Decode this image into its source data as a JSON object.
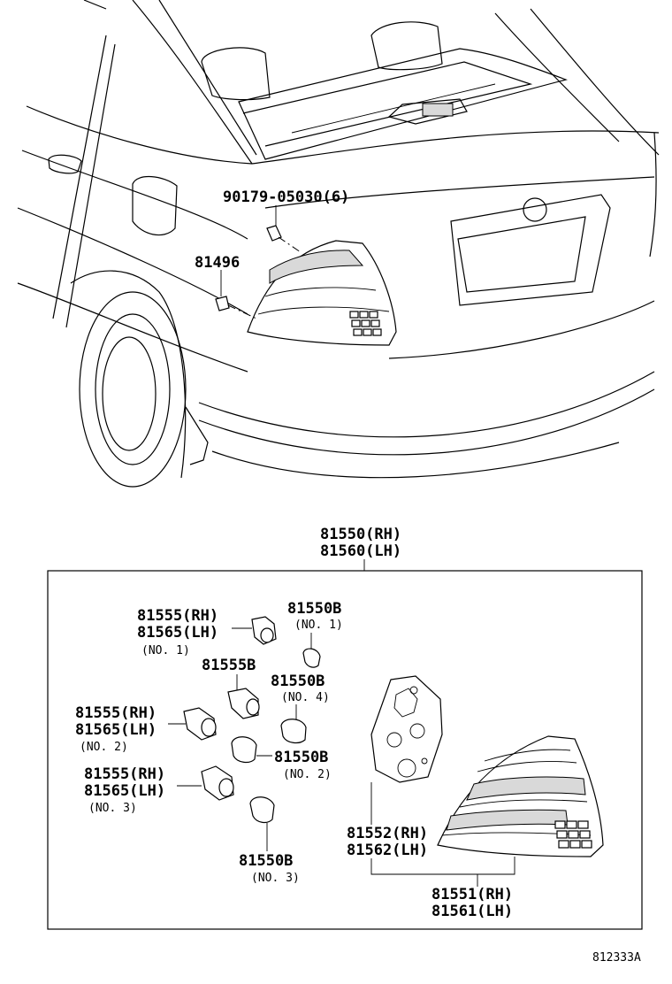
{
  "car_parts": {
    "screw": "90179-05030(6)",
    "clip": "81496"
  },
  "assembly": {
    "rh": "81550(RH)",
    "lh": "81560(LH)"
  },
  "components": {
    "socket_no1": {
      "rh": "81555(RH)",
      "lh": "81565(LH)",
      "note": "(NO. 1)"
    },
    "socket_no2": {
      "rh": "81555(RH)",
      "lh": "81565(LH)",
      "note": "(NO. 2)"
    },
    "socket_no3": {
      "rh": "81555(RH)",
      "lh": "81565(LH)",
      "note": "(NO. 3)"
    },
    "socket_b": "81555B",
    "bulb_no1": {
      "pn": "81550B",
      "note": "(NO. 1)"
    },
    "bulb_no4": {
      "pn": "81550B",
      "note": "(NO. 4)"
    },
    "bulb_no2": {
      "pn": "81550B",
      "note": "(NO. 2)"
    },
    "bulb_no3": {
      "pn": "81550B",
      "note": "(NO. 3)"
    },
    "gasket": {
      "rh": "81552(RH)",
      "lh": "81562(LH)"
    },
    "lens": {
      "rh": "81551(RH)",
      "lh": "81561(LH)"
    }
  },
  "figure_id": "812333A"
}
